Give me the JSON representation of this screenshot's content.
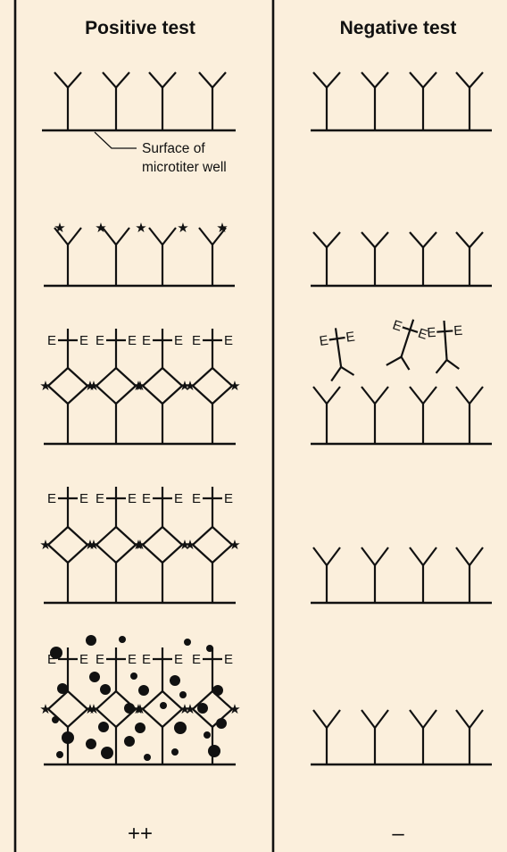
{
  "colors": {
    "background": "#fbefdc",
    "ink": "#111111"
  },
  "columns": {
    "positive": {
      "title": "Positive test",
      "result": "++"
    },
    "negative": {
      "title": "Negative test",
      "result": "–"
    }
  },
  "annotation": {
    "line1": "Surface of",
    "line2": "microtiter well"
  },
  "enzyme_symbol": "E",
  "marker_symbol": "★"
}
